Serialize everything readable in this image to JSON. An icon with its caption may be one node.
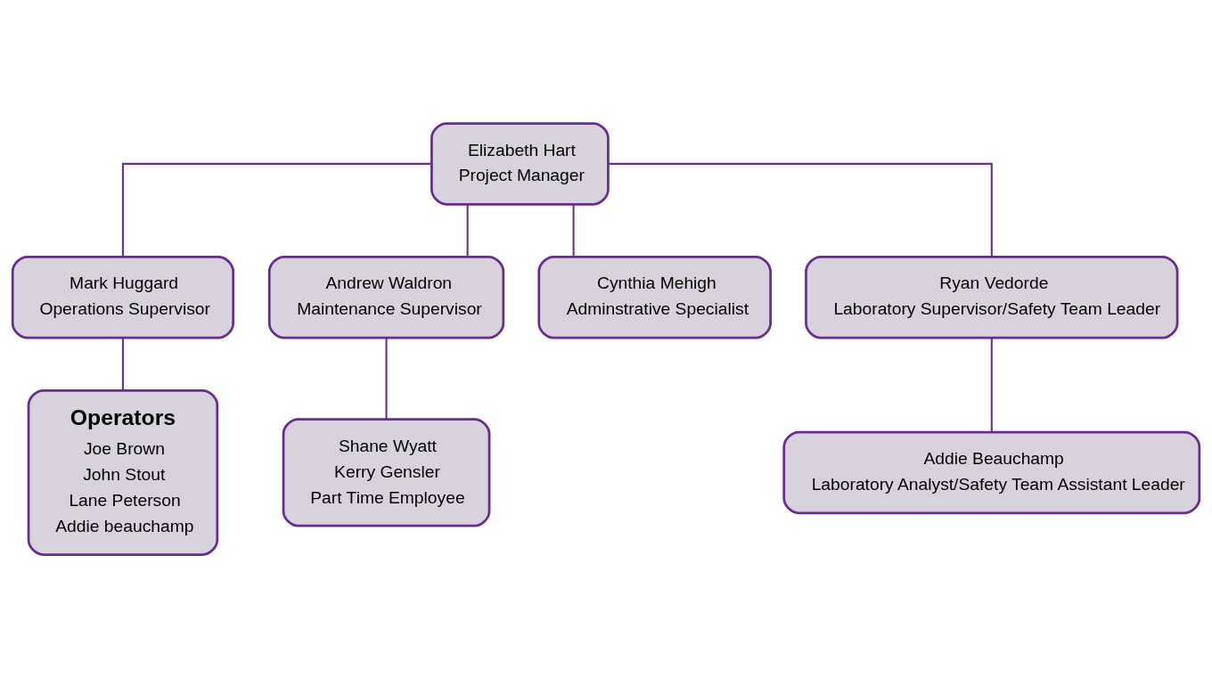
{
  "diagram": {
    "nodes": [
      {
        "text": [
          "Elizabeth Hart",
          "Project Manager"
        ]
      },
      {
        "text": [
          "Mark Huggard",
          "Operations Supervisor"
        ]
      },
      {
        "text": [
          "Andrew Waldron",
          "Maintenance Supervisor"
        ]
      },
      {
        "text": [
          "Cynthia Mehigh",
          "Adminstrative Specialist"
        ]
      },
      {
        "text": [
          "Ryan Vedorde",
          "Laboratory Supervisor/Safety Team Leader"
        ]
      },
      {
        "text": [
          "Operators",
          "Joe Brown",
          "John Stout",
          "Lane Peterson",
          "Addie beauchamp"
        ]
      },
      {
        "text": [
          "Shane Wyatt",
          "Kerry Gensler",
          "Part Time Employee"
        ]
      },
      {
        "text": [
          "Addie Beauchamp",
          "Laboratory Analyst/Safety Team Assistant Leader"
        ]
      }
    ],
    "edges": [
      {
        "from": 0,
        "to": 1,
        "arrow": "none"
      },
      {
        "from": 0,
        "to": 2,
        "arrow": "none"
      },
      {
        "from": 0,
        "to": 3,
        "arrow": "none"
      },
      {
        "from": 0,
        "to": 4,
        "arrow": "none"
      },
      {
        "from": 1,
        "to": 5,
        "arrow": "none"
      },
      {
        "from": 2,
        "to": 6,
        "arrow": "none"
      },
      {
        "from": 4,
        "to": 7,
        "arrow": "none"
      }
    ]
  }
}
